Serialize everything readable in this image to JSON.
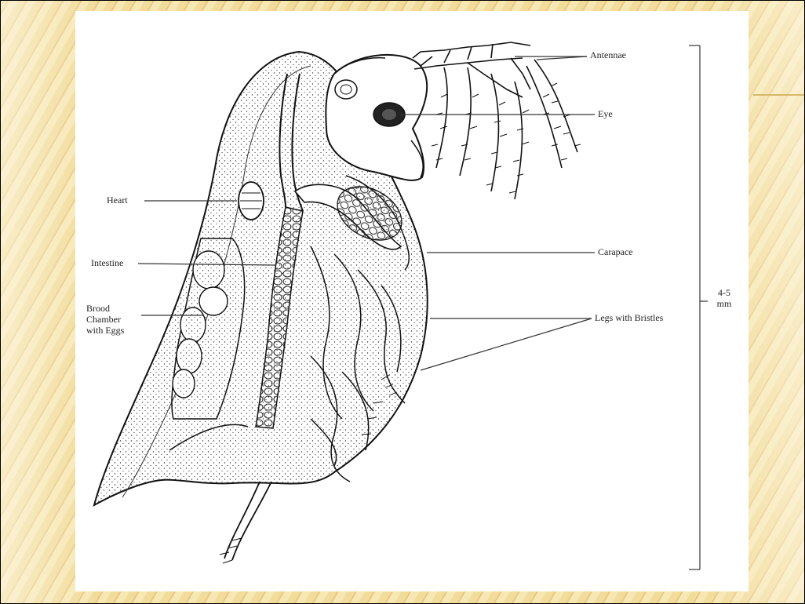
{
  "labels": {
    "antennae": "Antennae",
    "eye": "Eye",
    "heart": "Heart",
    "carapace": "Carapace",
    "intestine": "Intestine",
    "brood_line1": "Brood",
    "brood_line2": "Chamber",
    "brood_line3": "with Eggs",
    "legs": "Legs with Bristles",
    "size_line1": "4-5",
    "size_line2": "mm"
  },
  "colors": {
    "ink": "#222222",
    "background": "#f1dc9c",
    "panel": "#ffffff"
  },
  "icons": {
    "organism": "daphnia-illustration"
  }
}
